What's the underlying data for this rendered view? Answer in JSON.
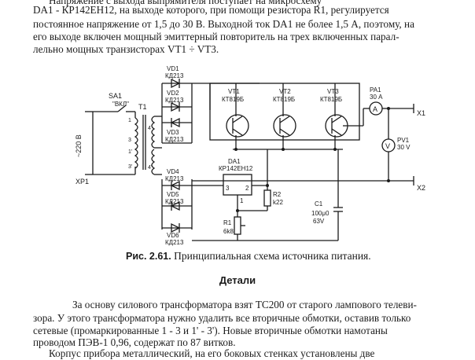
{
  "top_text": {
    "cut_line": "Напряжение с выхода выпрямителя поступает на микросхему",
    "line1": "DA1 - КР142ЕН12, на выходе которого, при помощи резистора R1, регулируется",
    "line2": "постоянное напряжение от 1,5 до 30 В. Выходной ток DA1 не более 1,5 А, поэтому, на",
    "line3": "его выходе включен мощный эмиттерный повторитель на трех включенных парал-",
    "line4": "лельно мощных транзисторах VT1 ÷ VT3."
  },
  "schematic": {
    "sa1": "SA1",
    "vkl": "\"ВКЛ\"",
    "t1": "T1",
    "mains": "~220 В",
    "xp1": "XP1",
    "pin1": "1",
    "pin3": "3",
    "pin4": "4",
    "pin4p": "4'",
    "pin1p": "1'",
    "pin3p": "3'",
    "vd1": "VD1",
    "vd1_type": "КД213",
    "vd2": "VD2",
    "vd2_type": "КД213",
    "vd3": "VD3",
    "vd3_type": "КД213",
    "vd4": "VD4",
    "vd4_type": "КД213",
    "vd5": "VD5",
    "vd5_type": "КД213",
    "vd6": "VD6",
    "vd6_type": "КД213",
    "vt1": "VT1",
    "vt1_type": "КТ819Б",
    "vt2": "VT2",
    "vt2_type": "КТ819Б",
    "vt3": "VT3",
    "vt3_type": "КТ819Б",
    "pa1": "PA1",
    "pa1_range": "30 А",
    "pv1": "PV1",
    "pv1_range": "30 V",
    "ammeter_sym": "A",
    "voltmeter_sym": "V",
    "x1": "X1",
    "x2": "X2",
    "da1": "DA1",
    "da1_type": "КР142ЕН12",
    "da1_pin3": "3",
    "da1_pin2": "2",
    "da1_pin1": "1",
    "r2": "R2",
    "r2_val": "k22",
    "r1": "R1",
    "r1_val": "6k8",
    "c1": "C1",
    "c1_val": "100μ0",
    "c1_volt": "63V"
  },
  "caption": {
    "label": "Рис. 2.61.",
    "text": " Принципиальная схема источника питания."
  },
  "heading": "Детали",
  "body": {
    "line1": "За основу силового трансформатора взят ТС200 от старого лампового телеви-",
    "line2": "зора. У этого трансформатора нужно удалить все вторичные обмотки, оставив только",
    "line3": "сетевые (промаркированные 1 - 3 и 1' - 3'). Новые вторичные обмотки намотаны",
    "line4": "проводом ПЭВ-1 0,96, содержат по 87 витков.",
    "line5": "Корпус прибора металлический, на его боковых стенках установлены две"
  }
}
